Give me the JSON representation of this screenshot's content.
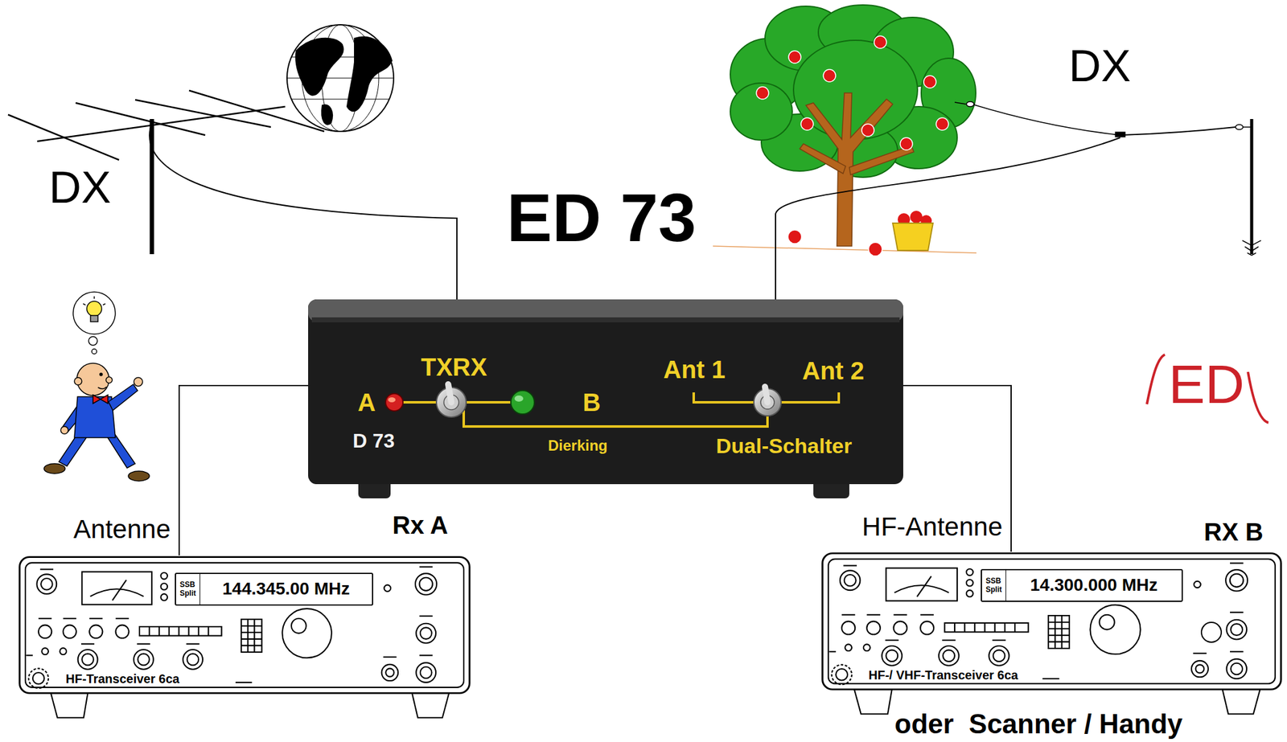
{
  "diagram": {
    "title": "ED 73",
    "nodes": [
      {
        "text": [
          "TXRX",
          "A",
          "B",
          "Ant 1",
          "Ant 2",
          "D 73",
          "Dierking",
          "Dual-Schalter"
        ]
      },
      {
        "text": [
          "HF-Transceiver 6ca"
        ]
      },
      {
        "text": [
          "SSB",
          "Split",
          "144.345.00 MHz"
        ],
        "in": 1
      },
      {
        "text": [
          "HF-/ VHF-Transceiver 6ca"
        ]
      },
      {
        "text": [
          "SSB",
          "Split",
          "14.300.000 MHz"
        ],
        "in": 3
      }
    ],
    "edges": [
      {
        "from": 0,
        "to": 1,
        "arrow": "none",
        "label": "Antenne"
      },
      {
        "from": 0,
        "to": 3,
        "arrow": "none",
        "label": "HF-Antenne"
      }
    ],
    "labels": [
      "DX",
      "DX",
      "Rx A",
      "RX B",
      "oder  Scanner / Handy",
      "ED"
    ]
  }
}
